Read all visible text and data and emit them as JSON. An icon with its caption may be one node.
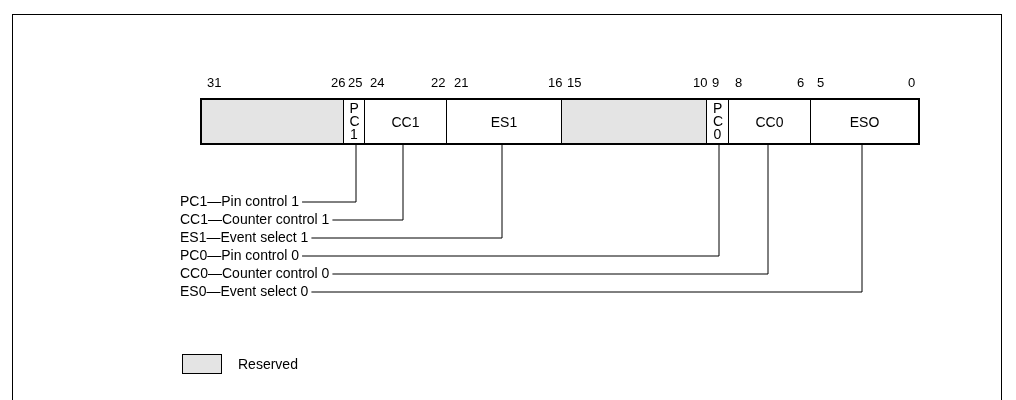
{
  "diagram": {
    "nodes": [
      {
        "text": [],
        "shape": "bar"
      },
      {
        "text": [
          "PC1"
        ]
      },
      {
        "text": [
          "CC1"
        ]
      },
      {
        "text": [
          "ES1"
        ]
      },
      {
        "text": [],
        "shape": "bar"
      },
      {
        "text": [
          "PC0"
        ]
      },
      {
        "text": [
          "CC0"
        ]
      },
      {
        "text": [
          "ESO"
        ]
      },
      {
        "text": [
          "PC1—Pin control 1"
        ]
      },
      {
        "text": [
          "CC1—Counter control 1"
        ]
      },
      {
        "text": [
          "ES1—Event select 1"
        ]
      },
      {
        "text": [
          "PC0—Pin control 0"
        ]
      },
      {
        "text": [
          "CC0—Counter control 0"
        ]
      },
      {
        "text": [
          "ES0—Event select 0"
        ]
      }
    ],
    "edges": [
      {
        "from": 8,
        "to": 1,
        "arrow": "none"
      },
      {
        "from": 9,
        "to": 2,
        "arrow": "none"
      },
      {
        "from": 10,
        "to": 3,
        "arrow": "none"
      },
      {
        "from": 11,
        "to": 5,
        "arrow": "none"
      },
      {
        "from": 12,
        "to": 6,
        "arrow": "none"
      },
      {
        "from": 13,
        "to": 7,
        "arrow": "none"
      }
    ],
    "labels": [
      "31",
      "26",
      "25",
      "24",
      "22",
      "21",
      "16",
      "15",
      "10",
      "9",
      "8",
      "6",
      "5",
      "0"
    ],
    "legend": [
      {
        "text": "Reserved",
        "color": "#e4e4e4"
      }
    ]
  }
}
